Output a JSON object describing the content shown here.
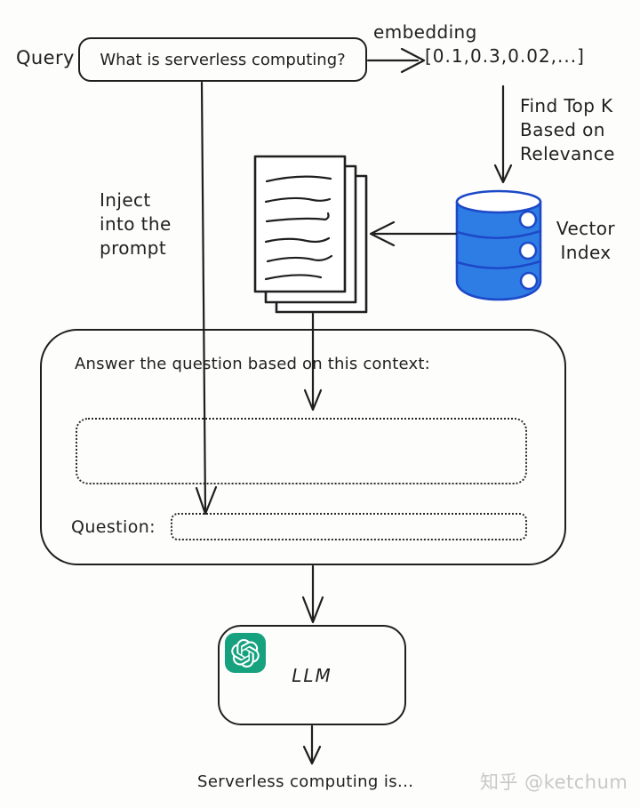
{
  "diagram": {
    "query": {
      "label": "Query",
      "box_text": "What is serverless computing?"
    },
    "embedding": {
      "label": "embedding",
      "vector": "[0.1,0.3,0.02,...]"
    },
    "retrieval": {
      "find_top_k": "Find Top K\nBased on\nRelevance",
      "vector_index_label": "Vector\nIndex"
    },
    "inject_note": "Inject\ninto the\nprompt",
    "prompt": {
      "context_instruction": "Answer the question based on this context:",
      "question_label": "Question:"
    },
    "llm": {
      "label": "LLM"
    },
    "output_text": "Serverless computing is...",
    "watermark": "知乎 @ketchum",
    "icons": {
      "vector_index": "database-icon",
      "documents": "documents-icon",
      "llm_logo": "openai-logo-icon"
    },
    "colors": {
      "ink": "#1f1f1f",
      "database_blue": "#2e7de5",
      "database_outline": "#1d49c8",
      "openai_green": "#17a27f",
      "watermark_gray": "#c8c8c8",
      "background": "#fdfdfc"
    }
  }
}
